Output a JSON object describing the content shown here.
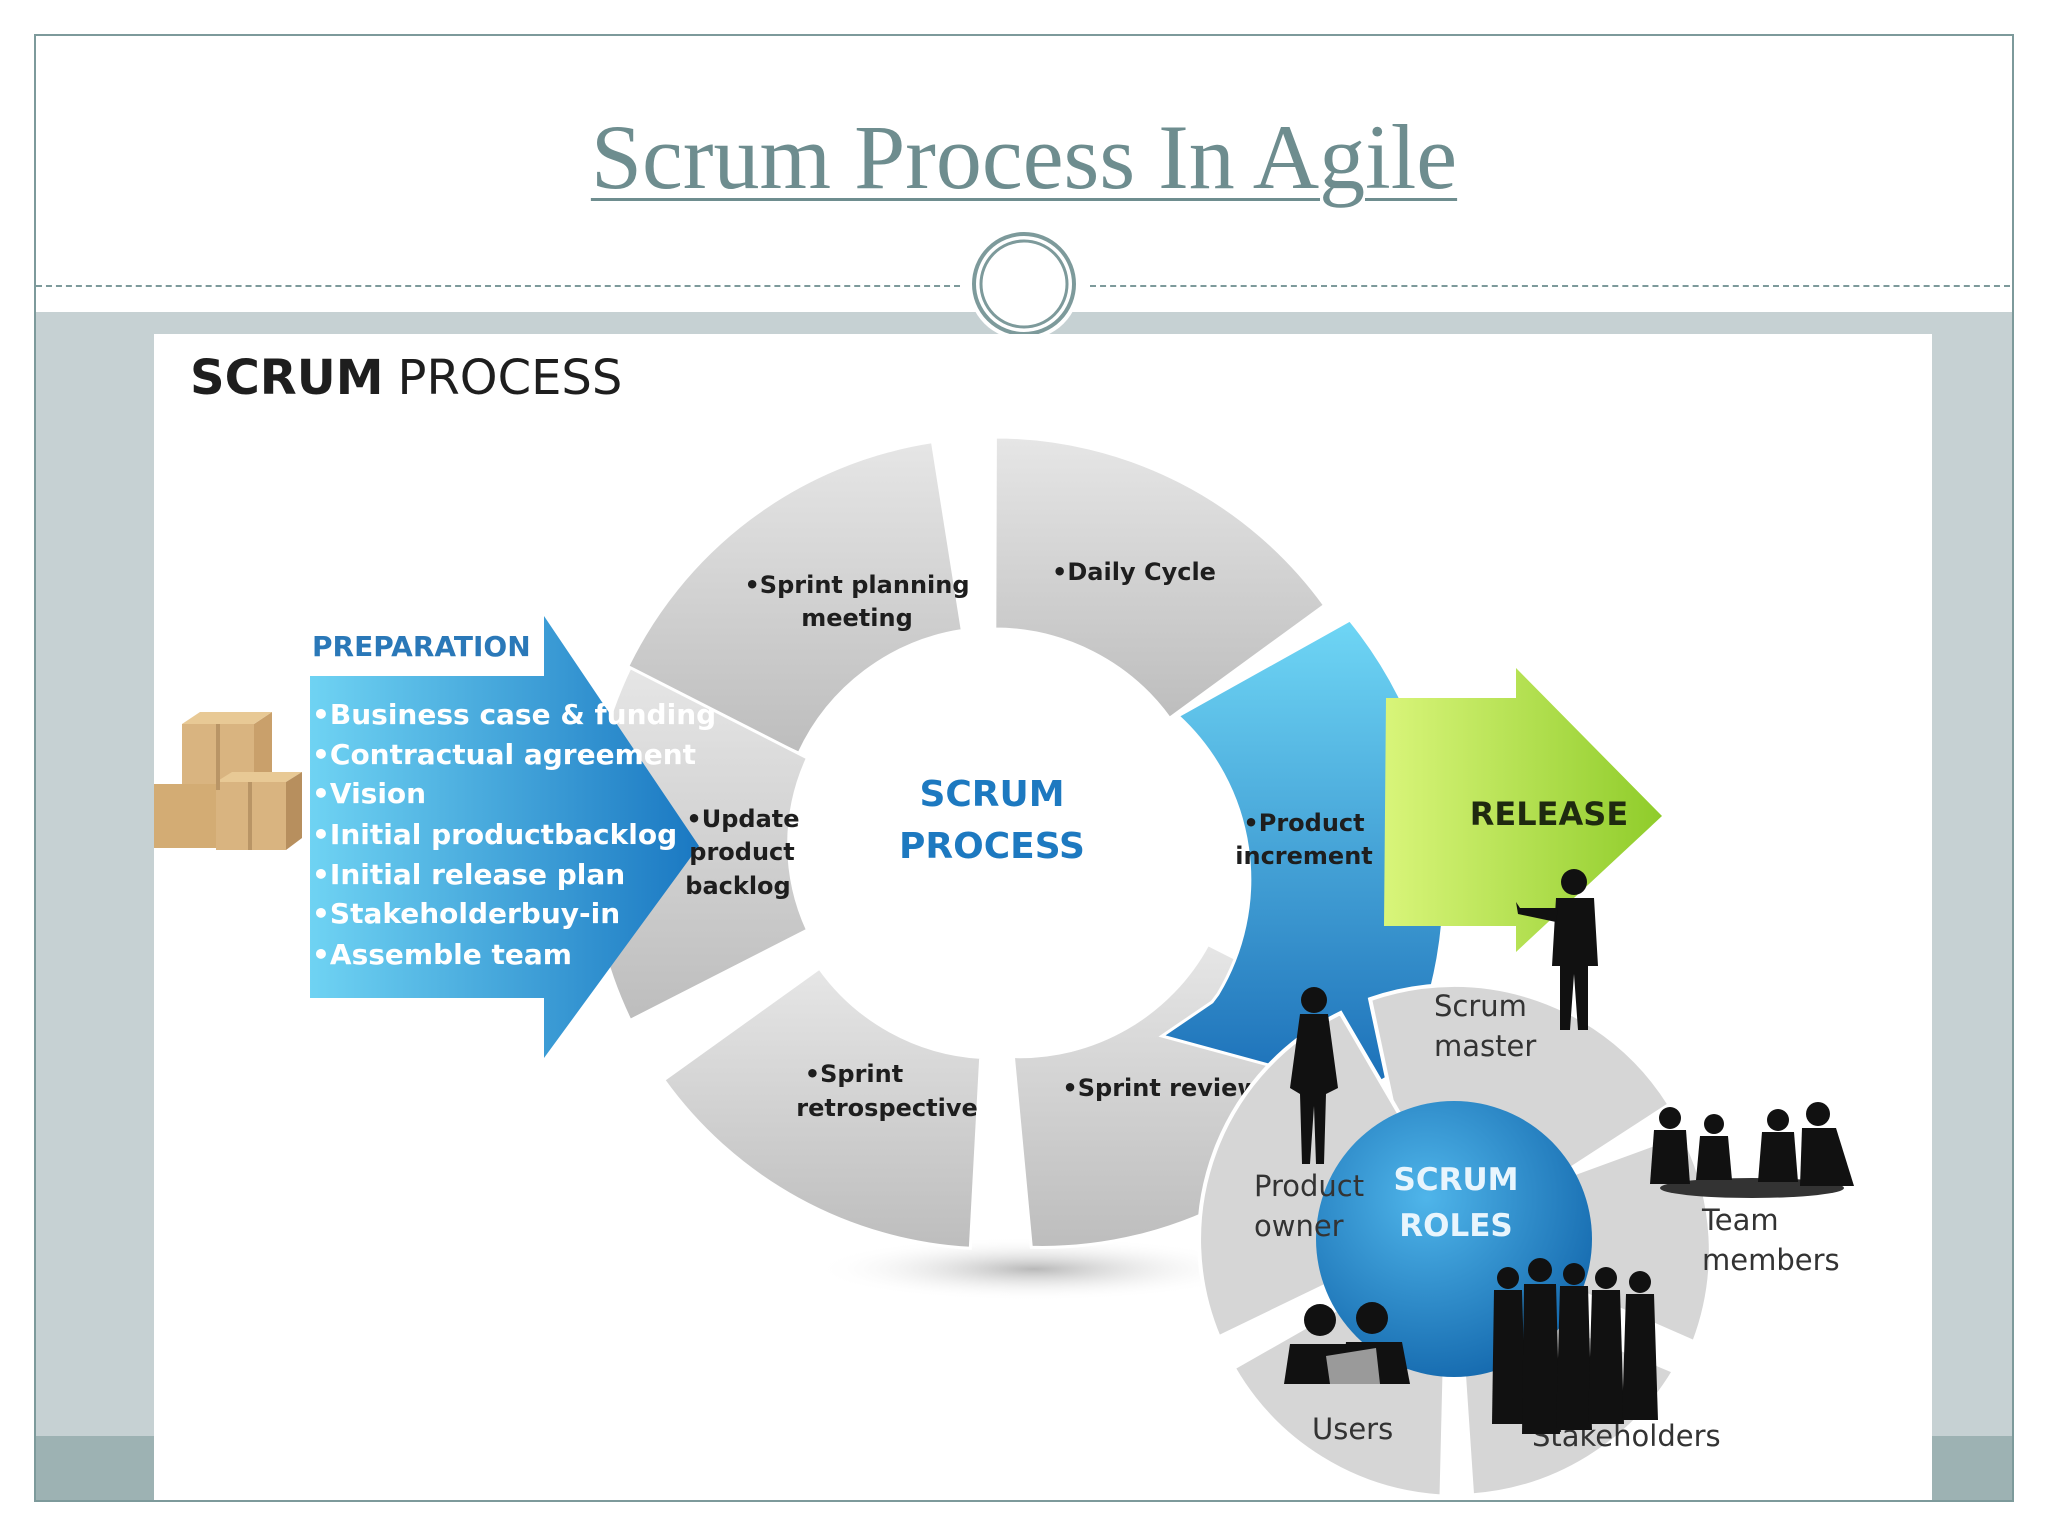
{
  "slide": {
    "title": "Scrum Process In Agile"
  },
  "diagram": {
    "heading_bold": "SCRUM",
    "heading_light": "PROCESS",
    "preparation": {
      "label": "PREPARATION",
      "items": [
        "•Business case & funding",
        "•Contractual agreement",
        "•Vision",
        "•Initial productbacklog",
        "•Initial release plan",
        "•Stakeholderbuy-in",
        "•Assemble team"
      ]
    },
    "cycle": {
      "center": [
        "SCRUM",
        "PROCESS"
      ],
      "segments": {
        "sprint_planning": [
          "•Sprint planning",
          "meeting"
        ],
        "daily_cycle": [
          "•Daily Cycle"
        ],
        "product_increment": [
          "•Product",
          "increment"
        ],
        "sprint_review": [
          "•Sprint review"
        ],
        "sprint_retrospective": [
          "•Sprint",
          "retrospective"
        ],
        "update_backlog": [
          "•Update",
          "product",
          "backlog"
        ]
      }
    },
    "release": "RELEASE",
    "roles": {
      "center": [
        "SCRUM",
        "ROLES"
      ],
      "scrum_master": [
        "Scrum",
        "master"
      ],
      "team_members": [
        "Team",
        "members"
      ],
      "stakeholders": [
        "Stakeholders"
      ],
      "users": [
        "Users"
      ],
      "product_owner": [
        "Product",
        "owner"
      ]
    }
  },
  "colors": {
    "title": "#6e8d8f",
    "accent_blue": "#1a86c8",
    "release_green": "#9fd43a",
    "segment_grey": "#d3d3d3"
  }
}
